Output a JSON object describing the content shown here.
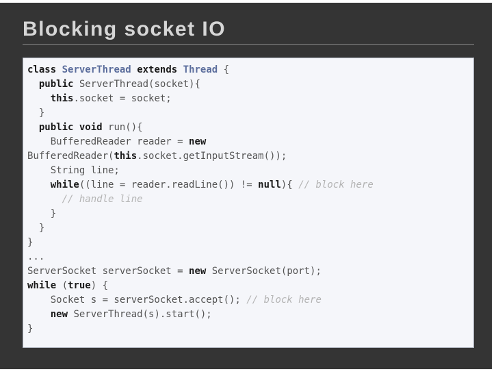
{
  "slide": {
    "title": "Blocking socket IO"
  },
  "colors": {
    "slide_bg": "#343434",
    "title_color": "#d6d6d6",
    "rule_color": "#8a8a8a",
    "code_bg": "#f5f6fa",
    "code_border": "#a9aeb9",
    "code_plain": "#545454",
    "code_keyword": "#1a1a1a",
    "code_classname": "#5b6d9c",
    "code_comment": "#b4b4b4",
    "page_bg": "#ffffff"
  },
  "code": {
    "language": "java",
    "lines": [
      [
        [
          "kw",
          "class"
        ],
        [
          "pl",
          " "
        ],
        [
          "cls",
          "ServerThread"
        ],
        [
          "pl",
          " "
        ],
        [
          "kw",
          "extends"
        ],
        [
          "pl",
          " "
        ],
        [
          "cls",
          "Thread"
        ],
        [
          "pl",
          " {"
        ]
      ],
      [
        [
          "pl",
          "  "
        ],
        [
          "kw",
          "public"
        ],
        [
          "pl",
          " ServerThread(socket){"
        ]
      ],
      [
        [
          "pl",
          "    "
        ],
        [
          "kw",
          "this"
        ],
        [
          "pl",
          ".socket = socket;"
        ]
      ],
      [
        [
          "pl",
          "  }"
        ]
      ],
      [
        [
          "pl",
          "  "
        ],
        [
          "kw",
          "public"
        ],
        [
          "pl",
          " "
        ],
        [
          "kw",
          "void"
        ],
        [
          "pl",
          " run(){"
        ]
      ],
      [
        [
          "pl",
          "    BufferedReader reader = "
        ],
        [
          "kw",
          "new"
        ]
      ],
      [
        [
          "pl",
          "BufferedReader("
        ],
        [
          "kw",
          "this"
        ],
        [
          "pl",
          ".socket.getInputStream());"
        ]
      ],
      [
        [
          "pl",
          "    String line;"
        ]
      ],
      [
        [
          "pl",
          "    "
        ],
        [
          "kw",
          "while"
        ],
        [
          "pl",
          "((line = reader.readLine()) != "
        ],
        [
          "kw",
          "null"
        ],
        [
          "pl",
          "){ "
        ],
        [
          "cmt",
          "// block here"
        ]
      ],
      [
        [
          "pl",
          "      "
        ],
        [
          "cmt",
          "// handle line"
        ]
      ],
      [
        [
          "pl",
          "    }"
        ]
      ],
      [
        [
          "pl",
          "  }"
        ]
      ],
      [
        [
          "pl",
          "}"
        ]
      ],
      [
        [
          "pl",
          "..."
        ]
      ],
      [
        [
          "pl",
          "ServerSocket serverSocket = "
        ],
        [
          "kw",
          "new"
        ],
        [
          "pl",
          " ServerSocket(port);"
        ]
      ],
      [
        [
          "kw",
          "while"
        ],
        [
          "pl",
          " ("
        ],
        [
          "kw",
          "true"
        ],
        [
          "pl",
          ") {"
        ]
      ],
      [
        [
          "pl",
          "    Socket s = serverSocket.accept(); "
        ],
        [
          "cmt",
          "// block here"
        ]
      ],
      [
        [
          "pl",
          "    "
        ],
        [
          "kw",
          "new"
        ],
        [
          "pl",
          " ServerThread(s).start();"
        ]
      ],
      [
        [
          "pl",
          "}"
        ]
      ]
    ]
  }
}
